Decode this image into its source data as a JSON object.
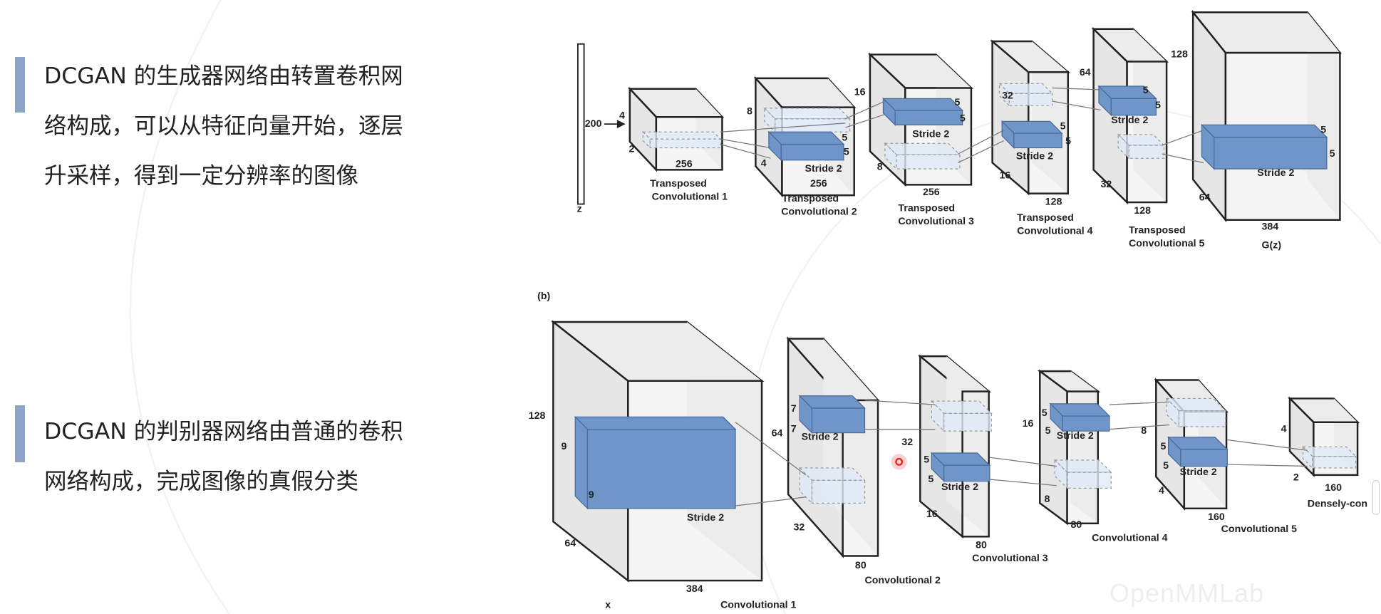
{
  "slide": {
    "bullets": [
      {
        "lines": [
          "DCGAN 的生成器网络由转置卷积网",
          "络构成，可以从特征向量开始，逐层",
          "升采样，得到一定分辨率的图像"
        ]
      },
      {
        "lines": [
          "DCGAN 的判别器网络由普通的卷积",
          "网络构成，完成图像的真假分类"
        ]
      }
    ],
    "watermark": "OpenMMLab"
  },
  "colors": {
    "accent_bar": "#8ea3c8",
    "kernel_fill": "#6f95c9",
    "dashed_fill": "#dfeaf7",
    "box_fill": "#ececec"
  },
  "generator": {
    "labels": [
      "z",
      "200",
      "4",
      "2",
      "256",
      "Transposed",
      "Convolutional 1",
      "8",
      "4",
      "5",
      "5",
      "Stride 2",
      "256",
      "Transposed",
      "Convolutional 2",
      "16",
      "5",
      "5",
      "Stride 2",
      "8",
      "256",
      "Transposed",
      "Convolutional 3",
      "32",
      "5",
      "5",
      "Stride 2",
      "16",
      "128",
      "Transposed",
      "Convolutional 4",
      "64",
      "5",
      "5",
      "Stride 2",
      "32",
      "128",
      "Transposed",
      "Convolutional 5",
      "128",
      "5",
      "5",
      "Stride 2",
      "64",
      "384",
      "G(z)"
    ]
  },
  "discriminator": {
    "panel_label": "(b)",
    "labels": [
      "128",
      "9",
      "9",
      "Stride 2",
      "64",
      "384",
      "x",
      "Convolutional 1",
      "64",
      "7",
      "7",
      "Stride 2",
      "32",
      "80",
      "Convolutional 2",
      "32",
      "5",
      "5",
      "Stride 2",
      "16",
      "80",
      "Convolutional 3",
      "16",
      "5",
      "5",
      "Stride 2",
      "8",
      "80",
      "Convolutional 4",
      "8",
      "5",
      "5",
      "Stride 2",
      "4",
      "160",
      "Convolutional 5",
      "4",
      "2",
      "160",
      "Densely-con"
    ]
  }
}
